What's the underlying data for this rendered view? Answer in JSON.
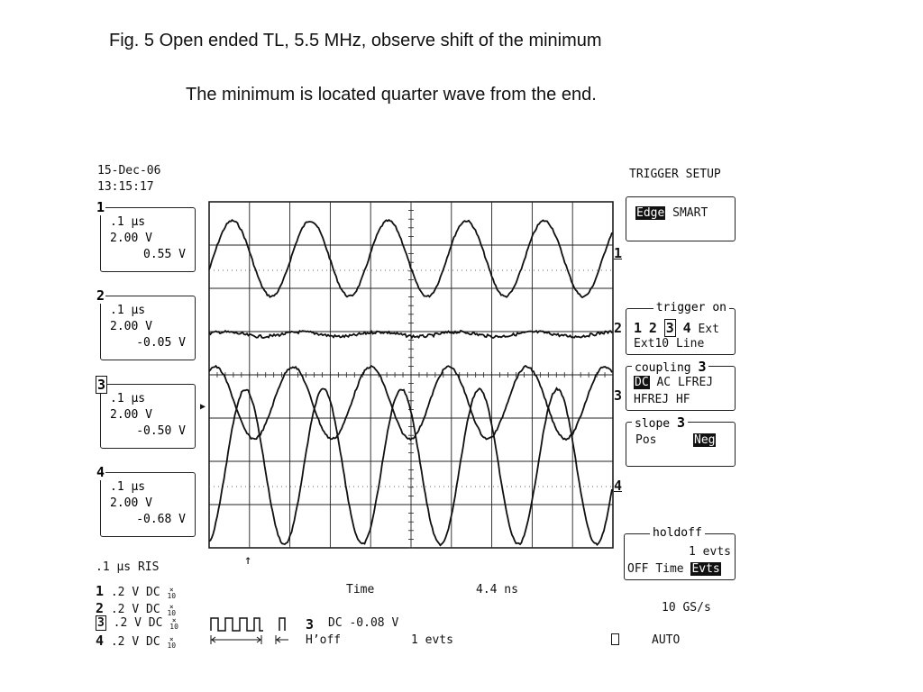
{
  "captions": {
    "title": "Fig. 5  Open ended TL, 5.5 MHz, observe shift of the minimum",
    "subtitle": "The minimum is located quarter wave from the end."
  },
  "scope": {
    "date": "15-Dec-06",
    "time": "13:15:17",
    "channels": [
      {
        "id": "1",
        "timebase": ".1 µs",
        "volts_div": "2.00 V",
        "offset": "0.55 V",
        "marker": "1"
      },
      {
        "id": "2",
        "timebase": ".1 µs",
        "volts_div": "2.00 V",
        "offset": "-0.05 V",
        "marker": "2"
      },
      {
        "id": "3",
        "timebase": ".1 µs",
        "volts_div": "2.00 V",
        "offset": "-0.50 V",
        "marker": "3"
      },
      {
        "id": "4",
        "timebase": ".1 µs",
        "volts_div": "2.00 V",
        "offset": "-0.68 V",
        "marker": "4"
      }
    ],
    "timebase_mode": ".1 µs RIS",
    "bottom_rows": [
      {
        "ch": "1",
        "scale": ".2",
        "unit": "V",
        "coupling": "DC",
        "probe": "10"
      },
      {
        "ch": "2",
        "scale": ".2",
        "unit": "V",
        "coupling": "DC",
        "probe": "10"
      },
      {
        "ch": "3",
        "scale": ".2",
        "unit": "V",
        "coupling": "DC",
        "probe": "10"
      },
      {
        "ch": "4",
        "scale": ".2",
        "unit": "V",
        "coupling": "DC",
        "probe": "10"
      }
    ],
    "time_label": "Time",
    "time_value": "4.4 ns",
    "trig_ch": "3",
    "trig_level": "DC -0.08 V",
    "holdoff_label": "H’off",
    "holdoff_value": "1 evts",
    "sample_rate": "10 GS/s",
    "trigger_mode": "AUTO"
  },
  "trigger_menu": {
    "title": "TRIGGER SETUP",
    "type_selected": "Edge",
    "type_other": "SMART",
    "trigger_on_label": "trigger on",
    "sources": [
      "1",
      "2",
      "3",
      "4",
      "Ext"
    ],
    "sources2": [
      "Ext10",
      "Line"
    ],
    "coupling_label": "coupling",
    "coupling_ch": "3",
    "coupling_selected": "DC",
    "coupling_opts": [
      "AC",
      "LFREJ"
    ],
    "coupling_opts2": [
      "HFREJ",
      "HF"
    ],
    "slope_label": "slope",
    "slope_ch": "3",
    "slope_pos": "Pos",
    "slope_neg": "Neg",
    "holdoff_label": "holdoff",
    "holdoff_count": "1 evts",
    "holdoff_off": "OFF",
    "holdoff_time": "Time",
    "holdoff_evts": "Evts"
  }
}
